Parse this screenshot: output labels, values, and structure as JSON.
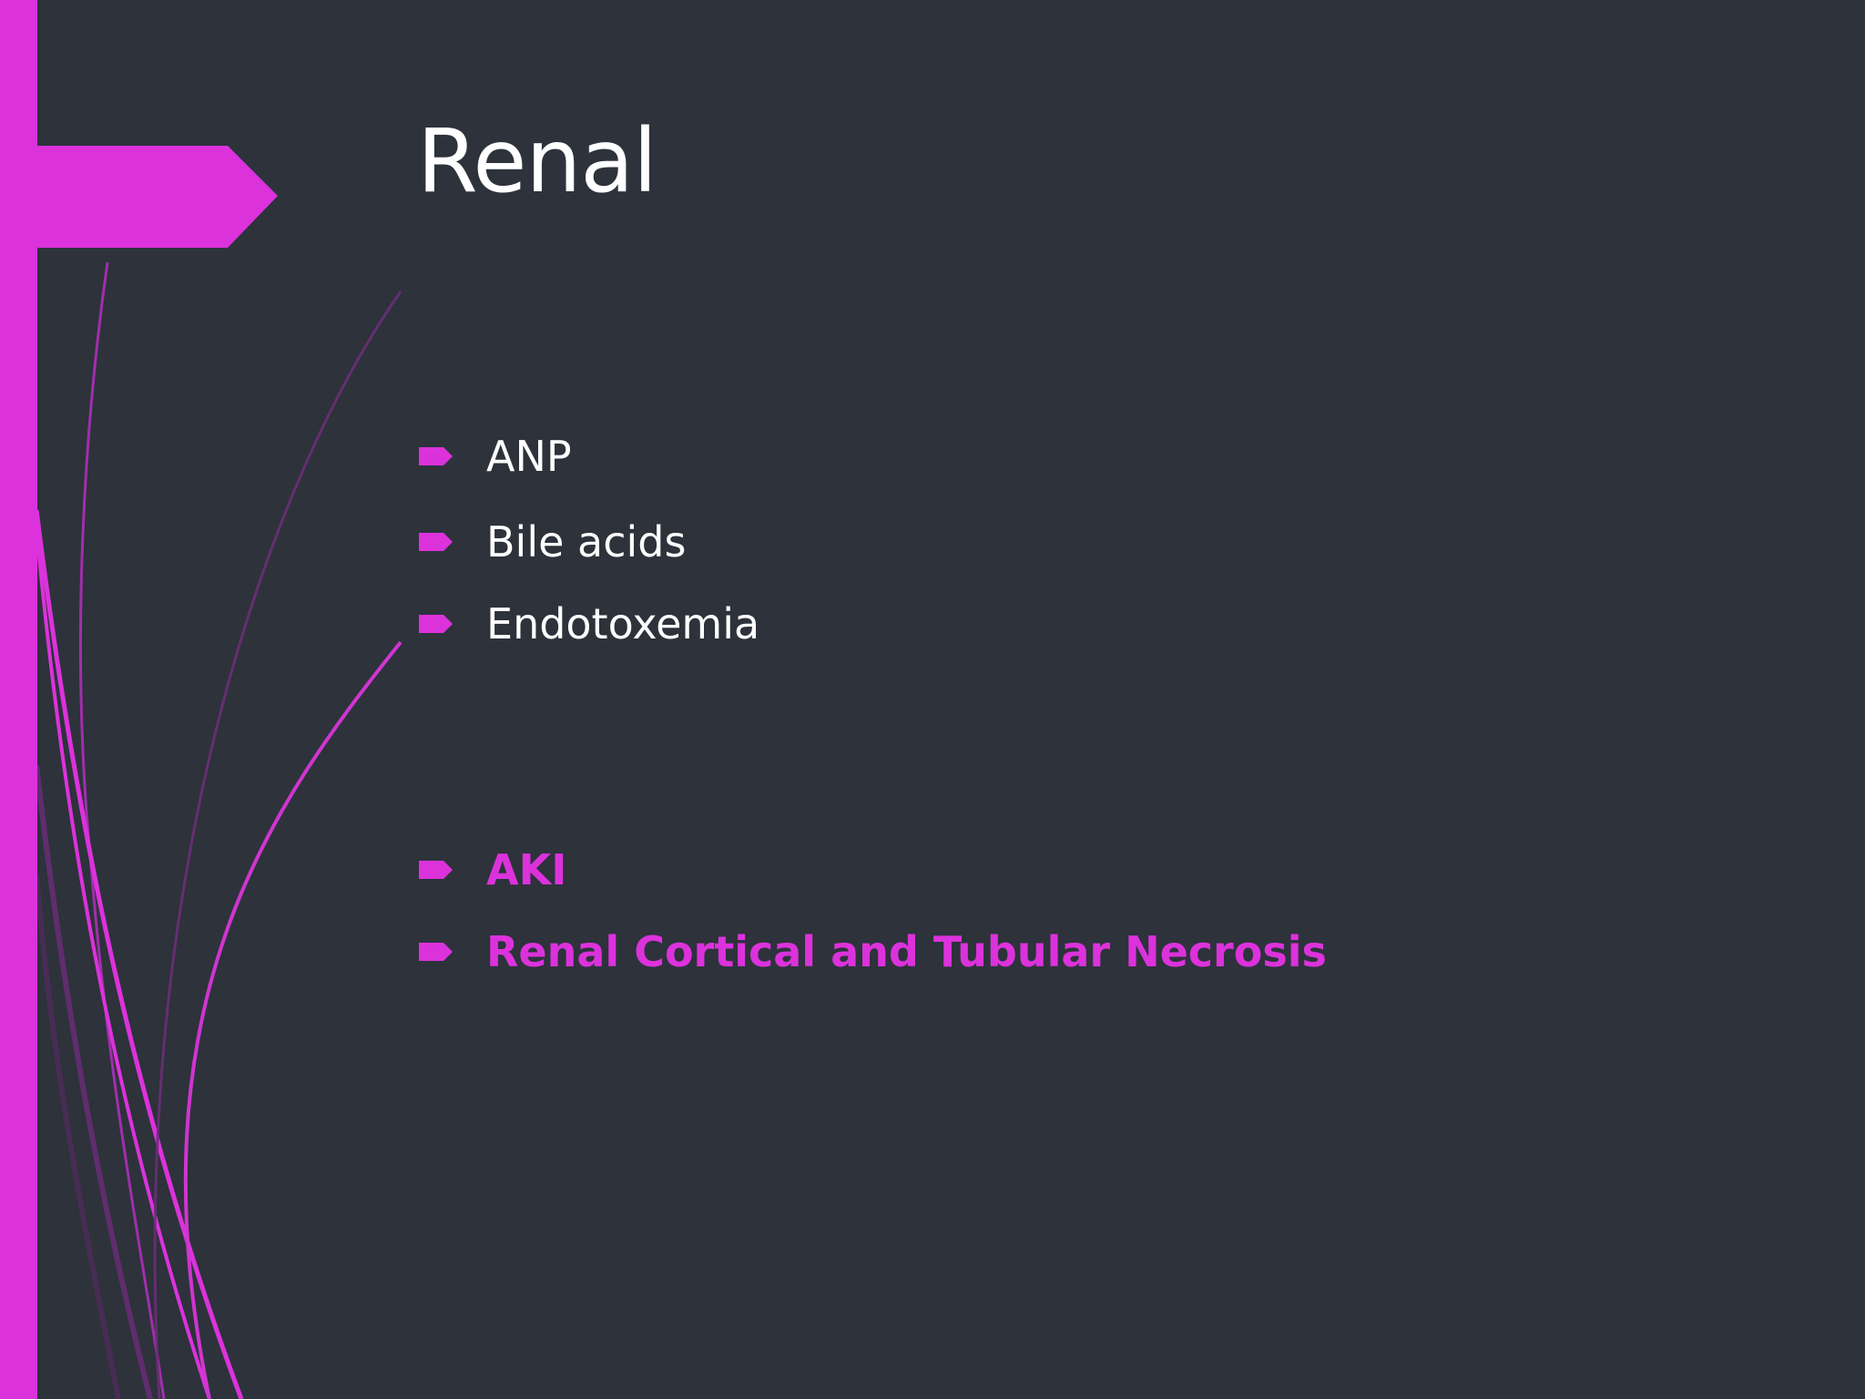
{
  "slide": {
    "title": "Renal",
    "bullets_group_1": [
      {
        "text": "ANP"
      },
      {
        "text": "Bile acids"
      },
      {
        "text": "Endotoxemia"
      }
    ],
    "bullets_group_2": [
      {
        "text": "AKI"
      },
      {
        "text": "Renal Cortical and Tubular Necrosis"
      }
    ]
  },
  "colors": {
    "background": "#2d323b",
    "accent": "#dc32dc",
    "text": "#ffffff"
  }
}
